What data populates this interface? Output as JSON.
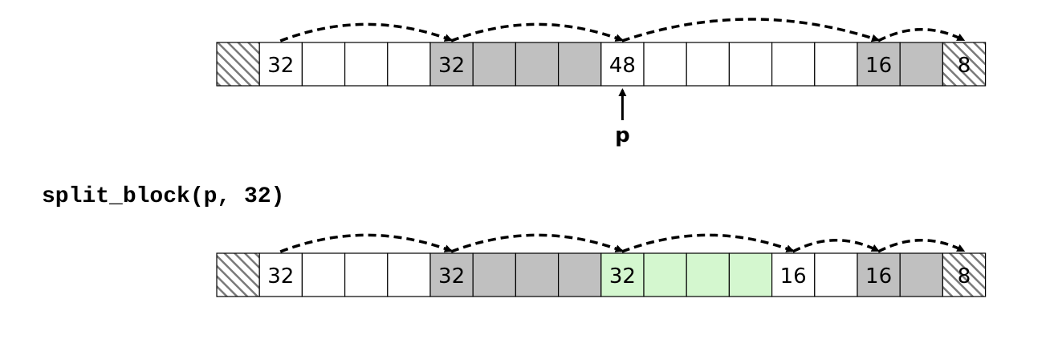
{
  "colors": {
    "allocated": "#c0c0c0",
    "free": "#ffffff",
    "new_block": "#d4f7cf",
    "border": "#000000"
  },
  "top_heap": {
    "cells": [
      {
        "kind": "pad",
        "label": ""
      },
      {
        "kind": "free",
        "label": "32"
      },
      {
        "kind": "free",
        "label": ""
      },
      {
        "kind": "free",
        "label": ""
      },
      {
        "kind": "free",
        "label": ""
      },
      {
        "kind": "allocated",
        "label": "32"
      },
      {
        "kind": "allocated",
        "label": ""
      },
      {
        "kind": "allocated",
        "label": ""
      },
      {
        "kind": "allocated",
        "label": ""
      },
      {
        "kind": "free",
        "label": "48"
      },
      {
        "kind": "free",
        "label": ""
      },
      {
        "kind": "free",
        "label": ""
      },
      {
        "kind": "free",
        "label": ""
      },
      {
        "kind": "free",
        "label": ""
      },
      {
        "kind": "free",
        "label": ""
      },
      {
        "kind": "allocated",
        "label": "16"
      },
      {
        "kind": "allocated",
        "label": ""
      },
      {
        "kind": "pad",
        "label": "8"
      }
    ],
    "links": [
      [
        1,
        5
      ],
      [
        5,
        9
      ],
      [
        9,
        15
      ],
      [
        15,
        17
      ]
    ],
    "pointer": {
      "label": "p",
      "cell": 9
    }
  },
  "operation": "split_block(p, 32)",
  "bottom_heap": {
    "cells": [
      {
        "kind": "pad",
        "label": ""
      },
      {
        "kind": "free",
        "label": "32"
      },
      {
        "kind": "free",
        "label": ""
      },
      {
        "kind": "free",
        "label": ""
      },
      {
        "kind": "free",
        "label": ""
      },
      {
        "kind": "allocated",
        "label": "32"
      },
      {
        "kind": "allocated",
        "label": ""
      },
      {
        "kind": "allocated",
        "label": ""
      },
      {
        "kind": "allocated",
        "label": ""
      },
      {
        "kind": "new_block",
        "label": "32"
      },
      {
        "kind": "new_block",
        "label": ""
      },
      {
        "kind": "new_block",
        "label": ""
      },
      {
        "kind": "new_block",
        "label": ""
      },
      {
        "kind": "free",
        "label": "16"
      },
      {
        "kind": "free",
        "label": ""
      },
      {
        "kind": "allocated",
        "label": "16"
      },
      {
        "kind": "allocated",
        "label": ""
      },
      {
        "kind": "pad",
        "label": "8"
      }
    ],
    "links": [
      [
        1,
        5
      ],
      [
        5,
        9
      ],
      [
        9,
        13
      ],
      [
        13,
        15
      ],
      [
        15,
        17
      ]
    ]
  }
}
